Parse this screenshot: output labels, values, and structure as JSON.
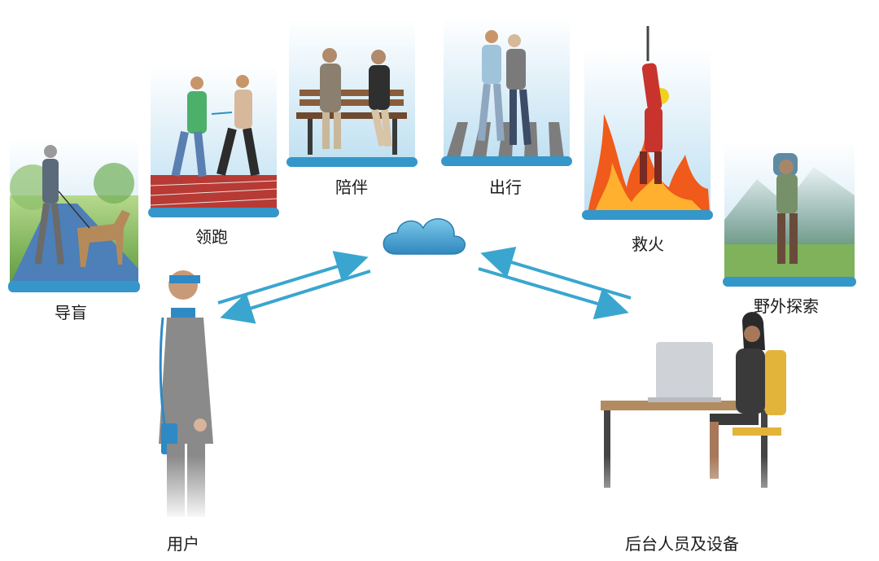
{
  "scenarios": [
    {
      "id": "guide-blind",
      "label": "导盲"
    },
    {
      "id": "pacer",
      "label": "领跑"
    },
    {
      "id": "companion",
      "label": "陪伴"
    },
    {
      "id": "travel",
      "label": "出行"
    },
    {
      "id": "firefighting",
      "label": "救火"
    },
    {
      "id": "outdoor",
      "label": "野外探索"
    }
  ],
  "user": {
    "label": "用户"
  },
  "operator": {
    "label": "后台人员及设备"
  },
  "colors": {
    "accent": "#3aa6cf",
    "base": "#2d8fc4",
    "fire": "#f05a1a"
  }
}
